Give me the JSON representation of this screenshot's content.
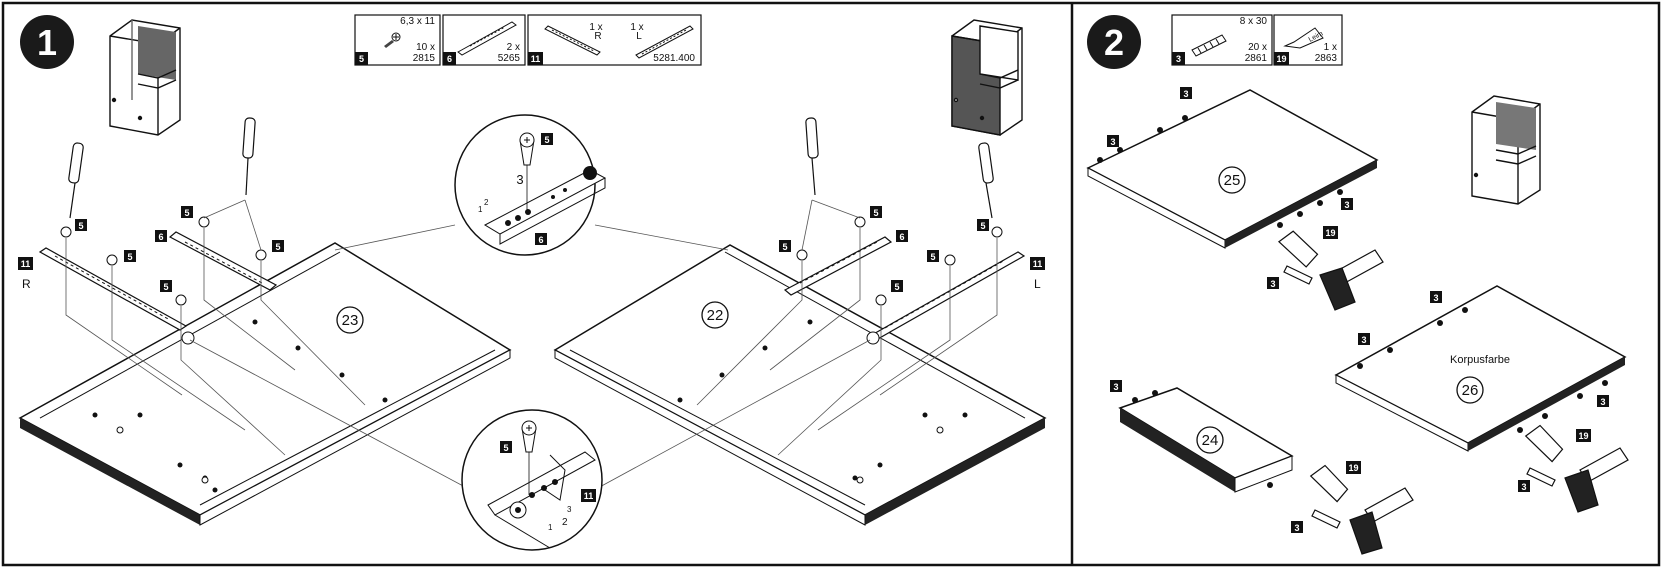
{
  "steps": {
    "step1": "1",
    "step2": "2"
  },
  "parts_step1": [
    {
      "tag": "5",
      "dims": "6,3 x 11",
      "qty": "10 x",
      "code": "2815",
      "icon": "screw-icon"
    },
    {
      "tag": "6",
      "dims": "",
      "qty": "2 x",
      "code": "5265",
      "icon": "bracket-rail-icon"
    },
    {
      "tag": "11",
      "qty_r": "1 x",
      "side_r": "R",
      "qty_l": "1 x",
      "side_l": "L",
      "code": "5281.400",
      "icon": "drawer-runner-icon"
    }
  ],
  "parts_step2": [
    {
      "tag": "3",
      "dims": "8 x 30",
      "qty": "20 x",
      "code": "2861",
      "icon": "dowel-icon"
    },
    {
      "tag": "19",
      "qty": "1 x",
      "code": "2863",
      "icon": "glue-tube-icon",
      "tube_text": "Leim"
    }
  ],
  "panels": {
    "p23": "23",
    "p22": "22",
    "p25": "25",
    "p24": "24",
    "p26": "26"
  },
  "panel26_color": "Korpusfarbe",
  "side_left": "R",
  "side_right": "L",
  "callouts": {
    "c5": "5",
    "c6": "6",
    "c11": "11",
    "c3": "3",
    "c19": "19"
  },
  "detail_top": {
    "screw_qty": "3",
    "hole1": "1",
    "hole2": "2"
  },
  "detail_bottom": {
    "n1": "1",
    "n2": "2",
    "n3": "3"
  },
  "glue_label": "Leim",
  "colors": {
    "ink": "#111111",
    "dark_panel": "#3a3a3a",
    "mid_gray": "#777777"
  }
}
